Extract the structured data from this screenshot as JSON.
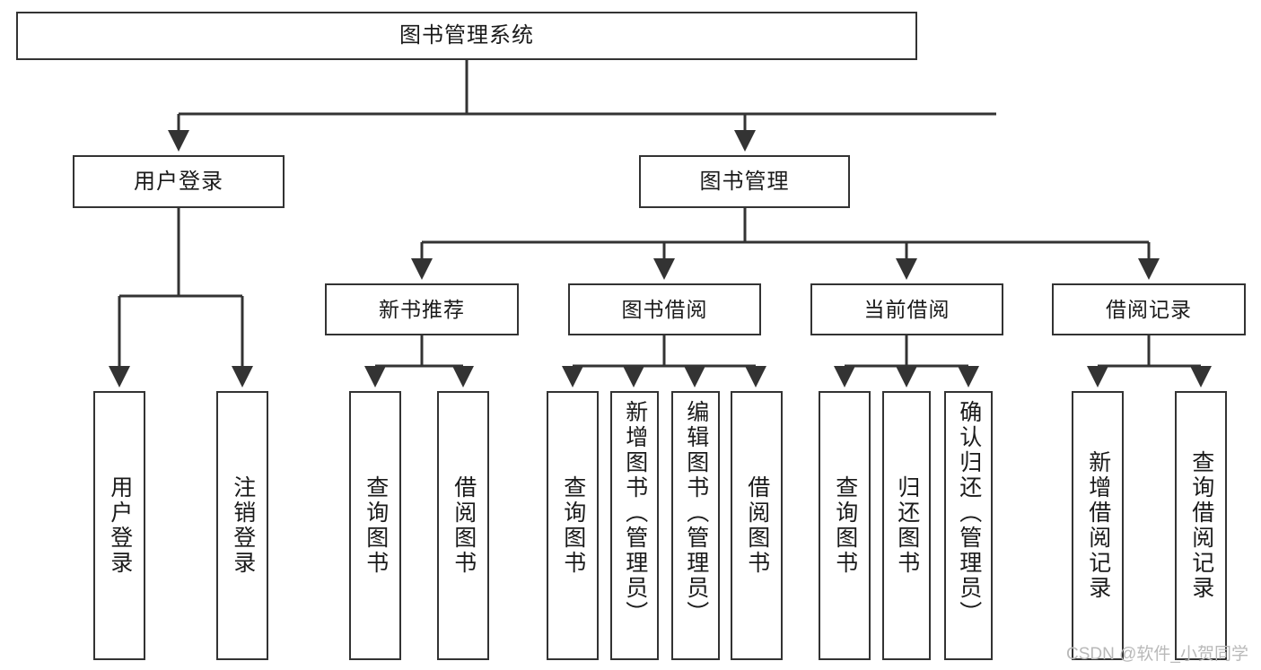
{
  "diagram": {
    "title": "图书管理系统",
    "type": "functional-structure-tree",
    "stroke_color": "#333333",
    "text_color": "#1a1a1a",
    "background_color": "#ffffff",
    "nodes": {
      "root": {
        "label": "图书管理系统"
      },
      "level2": [
        {
          "id": "user-login",
          "label": "用户登录"
        },
        {
          "id": "book-manage",
          "label": "图书管理"
        }
      ],
      "level3": [
        {
          "id": "new-book-rec",
          "label": "新书推荐"
        },
        {
          "id": "book-borrow",
          "label": "图书借阅"
        },
        {
          "id": "current-borrow",
          "label": "当前借阅"
        },
        {
          "id": "borrow-record",
          "label": "借阅记录"
        }
      ],
      "leaves": [
        {
          "id": "leaf-user-login",
          "parent": "user-login",
          "label": "用户登录"
        },
        {
          "id": "leaf-logout",
          "parent": "user-login",
          "label": "注销登录"
        },
        {
          "id": "leaf-query-book-1",
          "parent": "new-book-rec",
          "label": "查询图书"
        },
        {
          "id": "leaf-borrow-book-1",
          "parent": "new-book-rec",
          "label": "借阅图书"
        },
        {
          "id": "leaf-query-book-2",
          "parent": "book-borrow",
          "label": "查询图书"
        },
        {
          "id": "leaf-add-book",
          "parent": "book-borrow",
          "label": "新增图书（管理员）"
        },
        {
          "id": "leaf-edit-book",
          "parent": "book-borrow",
          "label": "编辑图书（管理员）"
        },
        {
          "id": "leaf-borrow-book-2",
          "parent": "book-borrow",
          "label": "借阅图书"
        },
        {
          "id": "leaf-query-book-3",
          "parent": "current-borrow",
          "label": "查询图书"
        },
        {
          "id": "leaf-return-book",
          "parent": "current-borrow",
          "label": "归还图书"
        },
        {
          "id": "leaf-confirm-return",
          "parent": "current-borrow",
          "label": "确认归还（管理员）"
        },
        {
          "id": "leaf-add-record",
          "parent": "borrow-record",
          "label": "新增借阅记录"
        },
        {
          "id": "leaf-query-record",
          "parent": "borrow-record",
          "label": "查询借阅记录"
        }
      ]
    }
  },
  "watermark": {
    "text": "CSDN @软件_小贺同学",
    "color": "#b9b9b9"
  }
}
